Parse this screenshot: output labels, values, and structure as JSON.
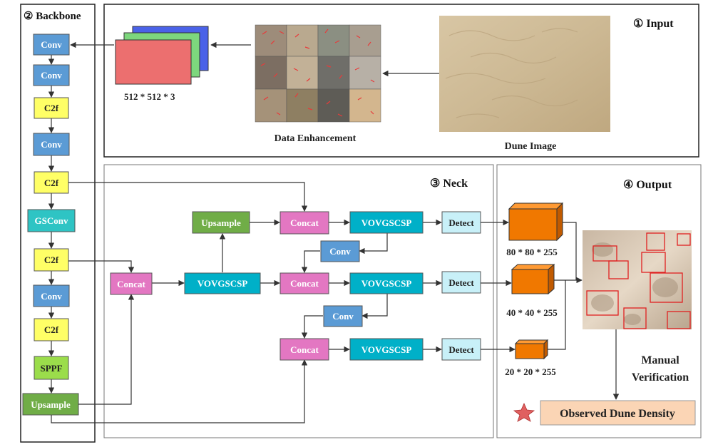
{
  "sections": {
    "backbone": "② Backbone",
    "input": "① Input",
    "neck": "③ Neck",
    "output": "④ Output"
  },
  "backbone_blocks": [
    "Conv",
    "Conv",
    "C2f",
    "Conv",
    "C2f",
    "GSConv",
    "C2f",
    "Conv",
    "C2f",
    "SPPF",
    "Upsample"
  ],
  "input_panel": {
    "tensor_size": "512 * 512 * 3",
    "data_enhancement": "Data Enhancement",
    "dune_image": "Dune Image"
  },
  "neck_blocks": {
    "upsample": "Upsample",
    "concat_1": "Concat",
    "concat_2": "Concat",
    "concat_3": "Concat",
    "concat_4": "Concat",
    "vovgscsp_1": "VOVGSCSP",
    "vovgscsp_2": "VOVGSCSP",
    "vovgscsp_3": "VOVGSCSP",
    "vovgscsp_4": "VOVGSCSP",
    "conv_1": "Conv",
    "conv_2": "Conv",
    "detect_1": "Detect",
    "detect_2": "Detect",
    "detect_3": "Detect"
  },
  "output_panel": {
    "size_80": "80 * 80 * 255",
    "size_40": "40 * 40 * 255",
    "size_20": "20 * 20 * 255",
    "manual_1": "Manual",
    "manual_2": "Verification",
    "observed": "Observed Dune Density"
  },
  "colors": {
    "conv": "#5b9bd5",
    "c2f": "#ffff66",
    "green": "#70ad47",
    "gsconv": "#2ec4c4",
    "concat": "#e377c2",
    "vovgscsp": "#00b0c8",
    "detect": "#c8f0f8",
    "cube": "#f07800",
    "observed": "#fbd5b5"
  }
}
